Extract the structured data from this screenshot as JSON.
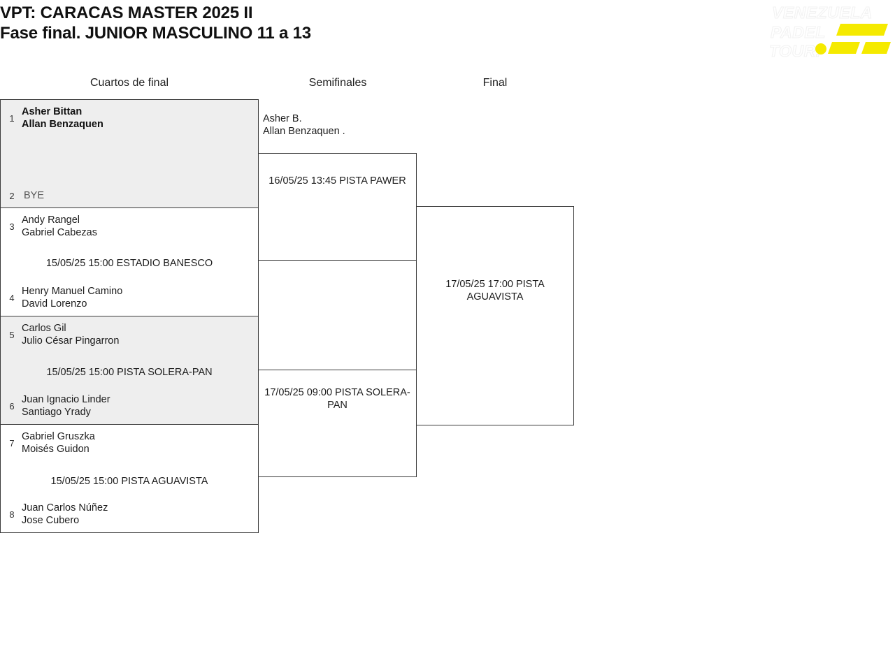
{
  "header": {
    "title_line_1": "VPT: CARACAS MASTER 2025 II",
    "title_line_2": "Fase final. JUNIOR MASCULINO 11 a 13"
  },
  "logo": {
    "line_1": "VENEZUELA",
    "line_2": "PADEL",
    "line_3": "TOUR.",
    "accent_color": "#f5ea00"
  },
  "rounds": [
    {
      "label": "Cuartos de final"
    },
    {
      "label": "Semifinales"
    },
    {
      "label": "Final"
    }
  ],
  "bracket": {
    "quarterfinals": [
      {
        "shaded": true,
        "top": {
          "seed": "1",
          "player_1": "Asher Bittan",
          "player_2": "Allan Benzaquen",
          "winner": true
        },
        "bottom": {
          "seed": "2",
          "bye": "BYE"
        },
        "schedule": ""
      },
      {
        "shaded": false,
        "top": {
          "seed": "3",
          "player_1": "Andy Rangel",
          "player_2": "Gabriel Cabezas",
          "winner": false
        },
        "bottom": {
          "seed": "4",
          "player_1": "Henry Manuel Camino",
          "player_2": "David Lorenzo",
          "winner": false
        },
        "schedule": "15/05/25 15:00 ESTADIO BANESCO"
      },
      {
        "shaded": true,
        "top": {
          "seed": "5",
          "player_1": "Carlos Gil",
          "player_2": "Julio César Pingarron",
          "winner": false
        },
        "bottom": {
          "seed": "6",
          "player_1": "Juan Ignacio Linder",
          "player_2": "Santiago Yrady",
          "winner": false
        },
        "schedule": "15/05/25 15:00 PISTA SOLERA-PAN"
      },
      {
        "shaded": false,
        "top": {
          "seed": "7",
          "player_1": "Gabriel Gruszka",
          "player_2": "Moisés Guidon",
          "winner": false
        },
        "bottom": {
          "seed": "8",
          "player_1": "Juan Carlos Núñez",
          "player_2": "Jose Cubero",
          "winner": false
        },
        "schedule": "15/05/25 15:00 PISTA AGUAVISTA"
      }
    ],
    "semifinals": [
      {
        "qualified_player_1": "Asher B.",
        "qualified_player_2": "Allan Benzaquen .",
        "schedule": "16/05/25 13:45 PISTA PAWER"
      },
      {
        "qualified_player_1": "",
        "qualified_player_2": "",
        "schedule": "17/05/25 09:00 PISTA SOLERA-PAN"
      }
    ],
    "final": [
      {
        "schedule": "17/05/25 17:00 PISTA AGUAVISTA"
      }
    ]
  }
}
